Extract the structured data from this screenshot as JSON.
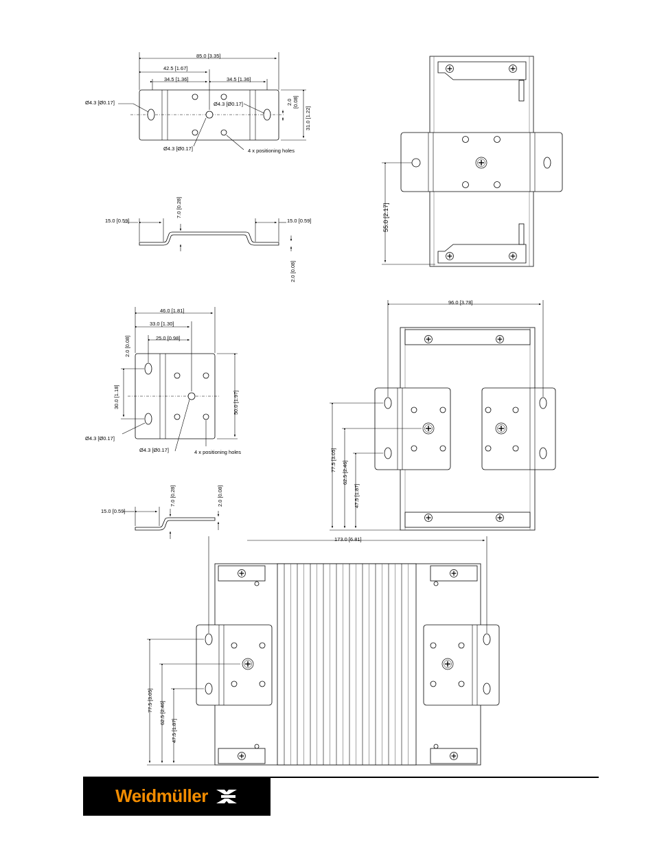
{
  "brand": {
    "name": "Weidmüller",
    "accent": "#f28c00",
    "bg": "#000000"
  },
  "view1": {
    "d_overall": "85.0 [3.35]",
    "d_half": "42.5 [1.67]",
    "d_left": "34.5 [1.36]",
    "d_right": "34.5 [1.36]",
    "d_hole_left": "Ø4.3 [Ø0.17]",
    "d_hole_center": "Ø4.3 [Ø0.17]",
    "d_hole_bottom": "Ø4.3 [Ø0.17]",
    "d_thick": "2.0\n[0.08]",
    "d_thick_a": "2.0",
    "d_thick_b": "[0.08]",
    "d_height": "31.0 [1.22]",
    "note_positioning": "4 x positioning holes"
  },
  "view2": {
    "d_left": "15.0 [0.59]",
    "d_right": "15.0 [0.59]",
    "d_offset": "7.0 [0.28]",
    "d_thick": "2.0 [0.08]"
  },
  "view3": {
    "d_height": "55.0 [2.17]"
  },
  "view4": {
    "d_overall": "46.0 [1.81]",
    "d_a": "33.0 [1.30]",
    "d_b": "25.0 [0.98]",
    "d_thick": "2.0 [0.08]",
    "d_pitch": "30.0 [1.18]",
    "d_height": "50.0 [1.97]",
    "d_hole_left": "Ø4.3 [Ø0.17]",
    "d_hole_center": "Ø4.3 [Ø0.17]",
    "note_positioning": "4 x positioning holes"
  },
  "view5": {
    "d_left": "15.0 [0.59]",
    "d_offset": "7.0 [0.28]",
    "d_thick": "2.0 [0.08]"
  },
  "view6": {
    "d_width": "96.0 [3.78]",
    "d_775": "77.5 [3.05]",
    "d_625": "62.5 [2.46]",
    "d_475": "47.5 [1.87]"
  },
  "view7": {
    "d_width": "173.0 [6.81]",
    "d_775": "77.5 [3.05]",
    "d_625": "62.5 [2.46]",
    "d_475": "47.5 [1.87]"
  }
}
